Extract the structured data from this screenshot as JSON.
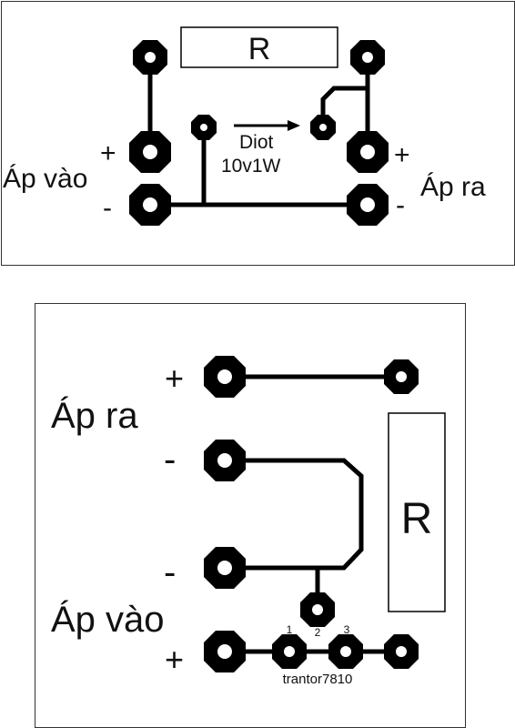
{
  "board_top": {
    "resistor_label": "R",
    "diode_label_line1": "Diot",
    "diode_label_line2": "10v1W",
    "input_label": "Áp vào",
    "output_label": "Áp ra",
    "input_plus": "+",
    "input_minus": "-",
    "output_plus": "+",
    "output_minus": "-"
  },
  "board_bottom": {
    "resistor_label": "R",
    "output_label": "Áp ra",
    "input_label": "Áp vào",
    "output_plus": "+",
    "output_minus": "-",
    "input_minus": "-",
    "input_plus": "+",
    "pin1": "1",
    "pin2": "2",
    "pin3": "3",
    "transistor_label": "trantor7810"
  },
  "colors": {
    "trace": "#000000",
    "pad_hole": "#ffffff",
    "border": "#333333"
  }
}
